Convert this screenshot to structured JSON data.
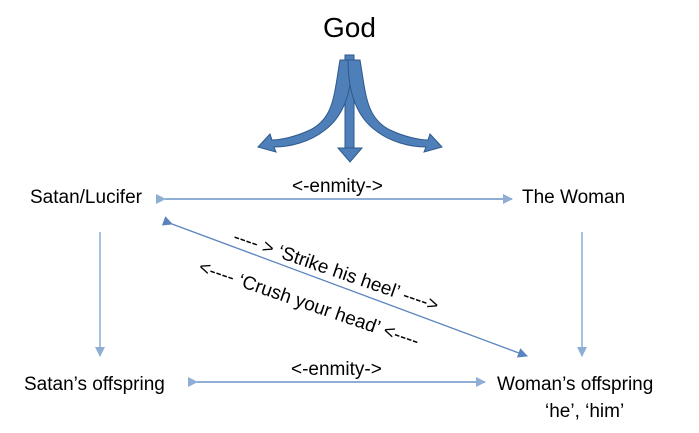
{
  "diagram": {
    "title": "God",
    "nodes": {
      "satan": "Satan/Lucifer",
      "woman": "The Woman",
      "satan_offspring": "Satan’s offspring",
      "woman_offspring_line1": "Woman’s offspring",
      "woman_offspring_line2": "‘he’, ‘him’"
    },
    "edges": {
      "top_enmity": "<-enmity->",
      "bottom_enmity": "<-enmity->",
      "strike_heel": "---- > ‘Strike his heel’ ---->",
      "crush_head": "<---- ‘Crush your head’ <----"
    },
    "colors": {
      "arrow_fill": "#4f7fb8",
      "arrow_outline": "#2e5a8c",
      "line": "#8eaed6",
      "diag_line": "#5a84bf"
    }
  }
}
